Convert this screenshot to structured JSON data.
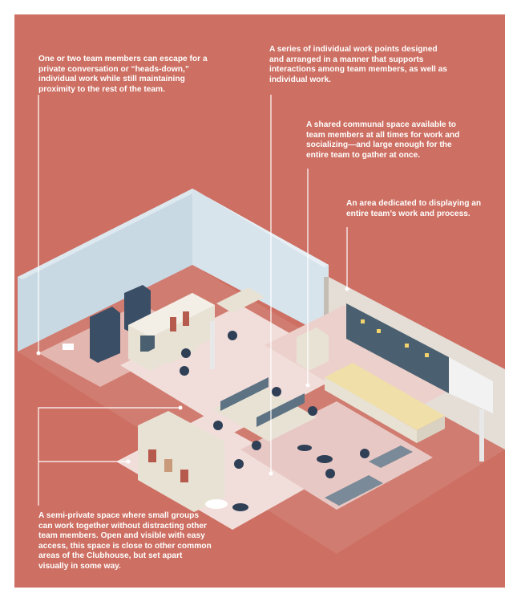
{
  "colors": {
    "background": "#cd6f62",
    "leader_line": "#ffffff",
    "wall": "#c9d9e4",
    "zone_light": "#e8c8c4",
    "zone_lighter": "#f1dedb",
    "floor": "#d17c70",
    "furniture_dark": "#3a4e66",
    "furniture_light": "#e8e2d4",
    "board": "#4a6070"
  },
  "callouts": {
    "private_escape": "One or two team members can escape for a private conversation or “heads-down,” individual work while still maintaining proximity to the rest of the team.",
    "work_points": "A series of individual work points designed and arranged in a manner that supports interactions among team members, as well as individual work.",
    "communal_space": "A shared communal space available to team members at all times for work and socializing—and large enough for the entire team to gather at once.",
    "display_area": "An area dedicated to displaying an entire team’s work and process.",
    "semi_private": "A semi-private space where small groups can work together without distracting other team members. Open and visible with easy access, this space is close to other common areas of the Clubhouse, but set apart visually in some way."
  }
}
